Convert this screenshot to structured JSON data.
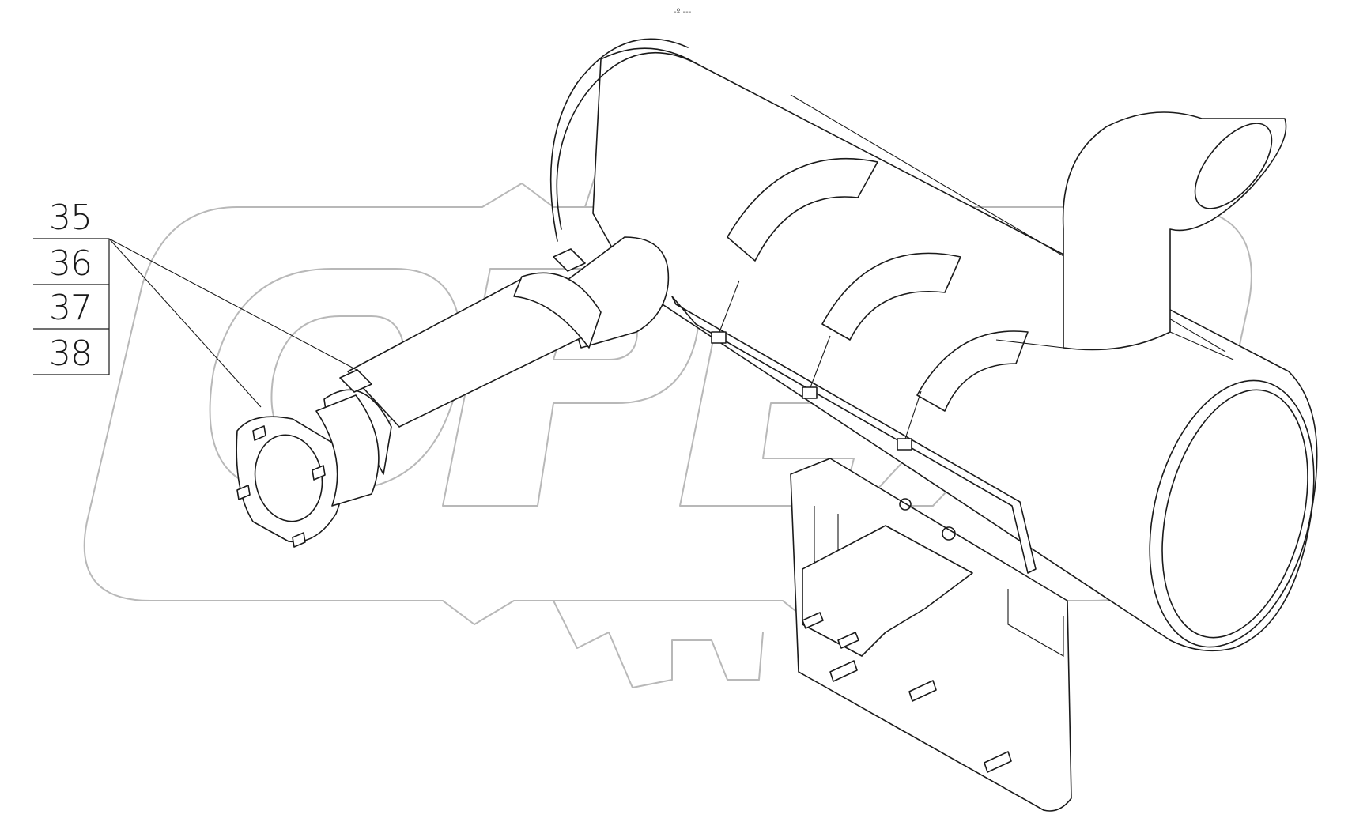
{
  "header_note": "-º ---",
  "watermark_text": "OPEX",
  "callouts": [
    {
      "id": "35",
      "label": "35"
    },
    {
      "id": "36",
      "label": "36"
    },
    {
      "id": "37",
      "label": "37"
    },
    {
      "id": "38",
      "label": "38"
    }
  ],
  "colors": {
    "line": "#1a1a1a",
    "watermark": "#b8b8b8",
    "background": "#ffffff"
  }
}
